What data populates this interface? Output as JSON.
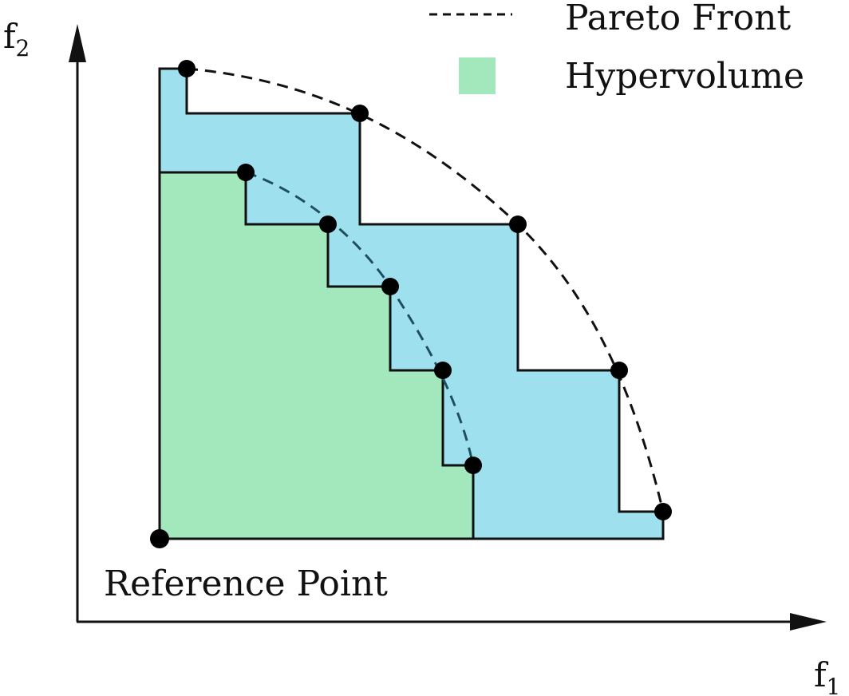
{
  "legend": {
    "pareto_front_label": "Pareto Front",
    "hypervolume_label": "Hypervolume"
  },
  "axes": {
    "x_label_base": "f",
    "x_label_sub": "1",
    "y_label_base": "f",
    "y_label_sub": "2"
  },
  "annotations": {
    "reference_point_label": "Reference Point"
  },
  "colors": {
    "hypervolume_fill": "#a3e8bd",
    "outer_region_fill": "#9fe0ee",
    "front_stroke": "#111111",
    "inner_front_stroke": "#1d4f5e",
    "step_stroke": "#111111",
    "point_fill": "#000000"
  }
}
